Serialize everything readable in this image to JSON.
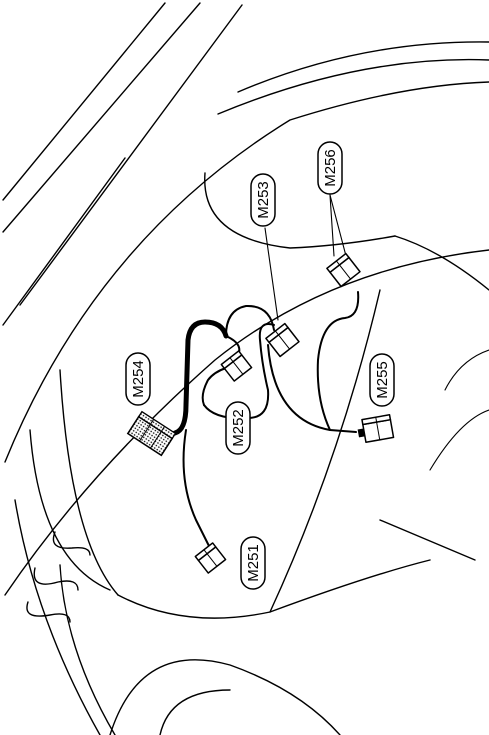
{
  "connectors": {
    "m251": "M251",
    "m252": "M252",
    "m253": "M253",
    "m254": "M254",
    "m255": "M255",
    "m256": "M256"
  }
}
